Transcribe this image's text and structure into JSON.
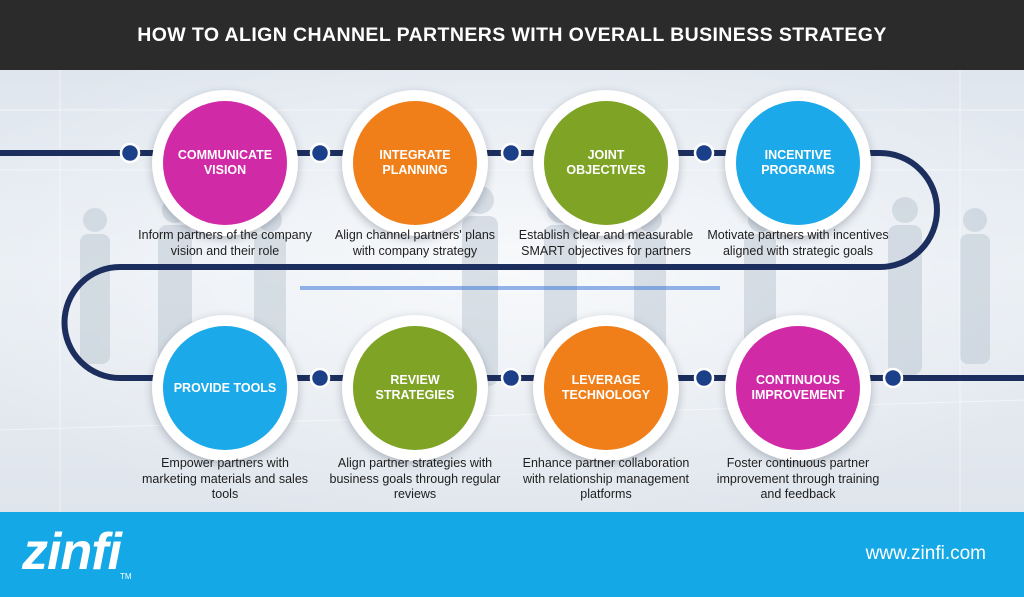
{
  "title": "HOW TO ALIGN CHANNEL PARTNERS WITH OVERALL BUSINESS STRATEGY",
  "colors": {
    "header_bg": "#2b2b2b",
    "footer_bg": "#14a8e6",
    "path": "#1c2e5e",
    "magenta": "#d12aa6",
    "orange": "#f07f1a",
    "green": "#7ea325",
    "blue": "#1ba9ea"
  },
  "steps": [
    {
      "label": "Communicate Vision",
      "description": "Inform partners of the company vision and their role",
      "color": "#d12aa6"
    },
    {
      "label": "Integrate Planning",
      "description": "Align channel partners' plans with company strategy",
      "color": "#f07f1a"
    },
    {
      "label": "Joint Objectives",
      "description": "Establish clear and measurable SMART objectives for partners",
      "color": "#7ea325"
    },
    {
      "label": "Incentive Programs",
      "description": "Motivate partners with incentives aligned with strategic goals",
      "color": "#1ba9ea"
    },
    {
      "label": "Provide Tools",
      "description": "Empower partners with marketing materials and sales tools",
      "color": "#1ba9ea"
    },
    {
      "label": "Review Strategies",
      "description": "Align partner strategies with business goals through regular reviews",
      "color": "#7ea325"
    },
    {
      "label": "Leverage Technology",
      "description": "Enhance partner collaboration with relationship management platforms",
      "color": "#f07f1a"
    },
    {
      "label": "Continuous Improvement",
      "description": "Foster continuous partner improvement through training and feedback",
      "color": "#d12aa6"
    }
  ],
  "footer": {
    "logo": "zinfi",
    "trademark": "TM",
    "url": "www.zinfi.com"
  }
}
